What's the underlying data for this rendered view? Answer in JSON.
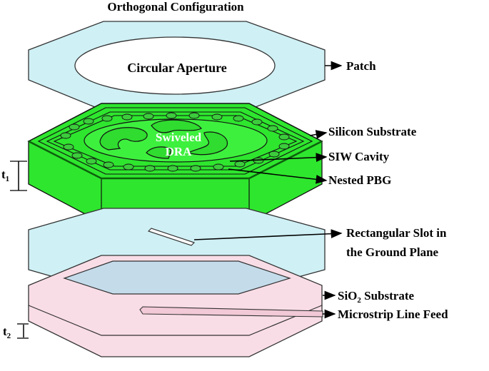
{
  "title": "Orthogonal Configuration",
  "aperture_label": "Circular Aperture",
  "dra_label_line1": "Swiveled",
  "dra_label_line2": "DRA",
  "thickness_labels": {
    "t1": "t",
    "t1_sub": "1",
    "t2": "t",
    "t2_sub": "2"
  },
  "callouts": {
    "patch": "Patch",
    "silicon": "Silicon Substrate",
    "siw": "SIW Cavity",
    "pbg": "Nested PBG",
    "slot_line1": "Rectangular Slot in",
    "slot_line2": "the Ground Plane",
    "sio2_pre": "SiO",
    "sio2_sub": "2",
    "sio2_post": " Substrate",
    "feed": "Microstrip Line Feed"
  },
  "colors": {
    "light_cyan": "#cff0f5",
    "green": "#2ee62e",
    "green_dark": "#1a8f1a",
    "pink": "#f9dde6",
    "inner_blue": "#c4dbea",
    "outline": "#333333"
  }
}
